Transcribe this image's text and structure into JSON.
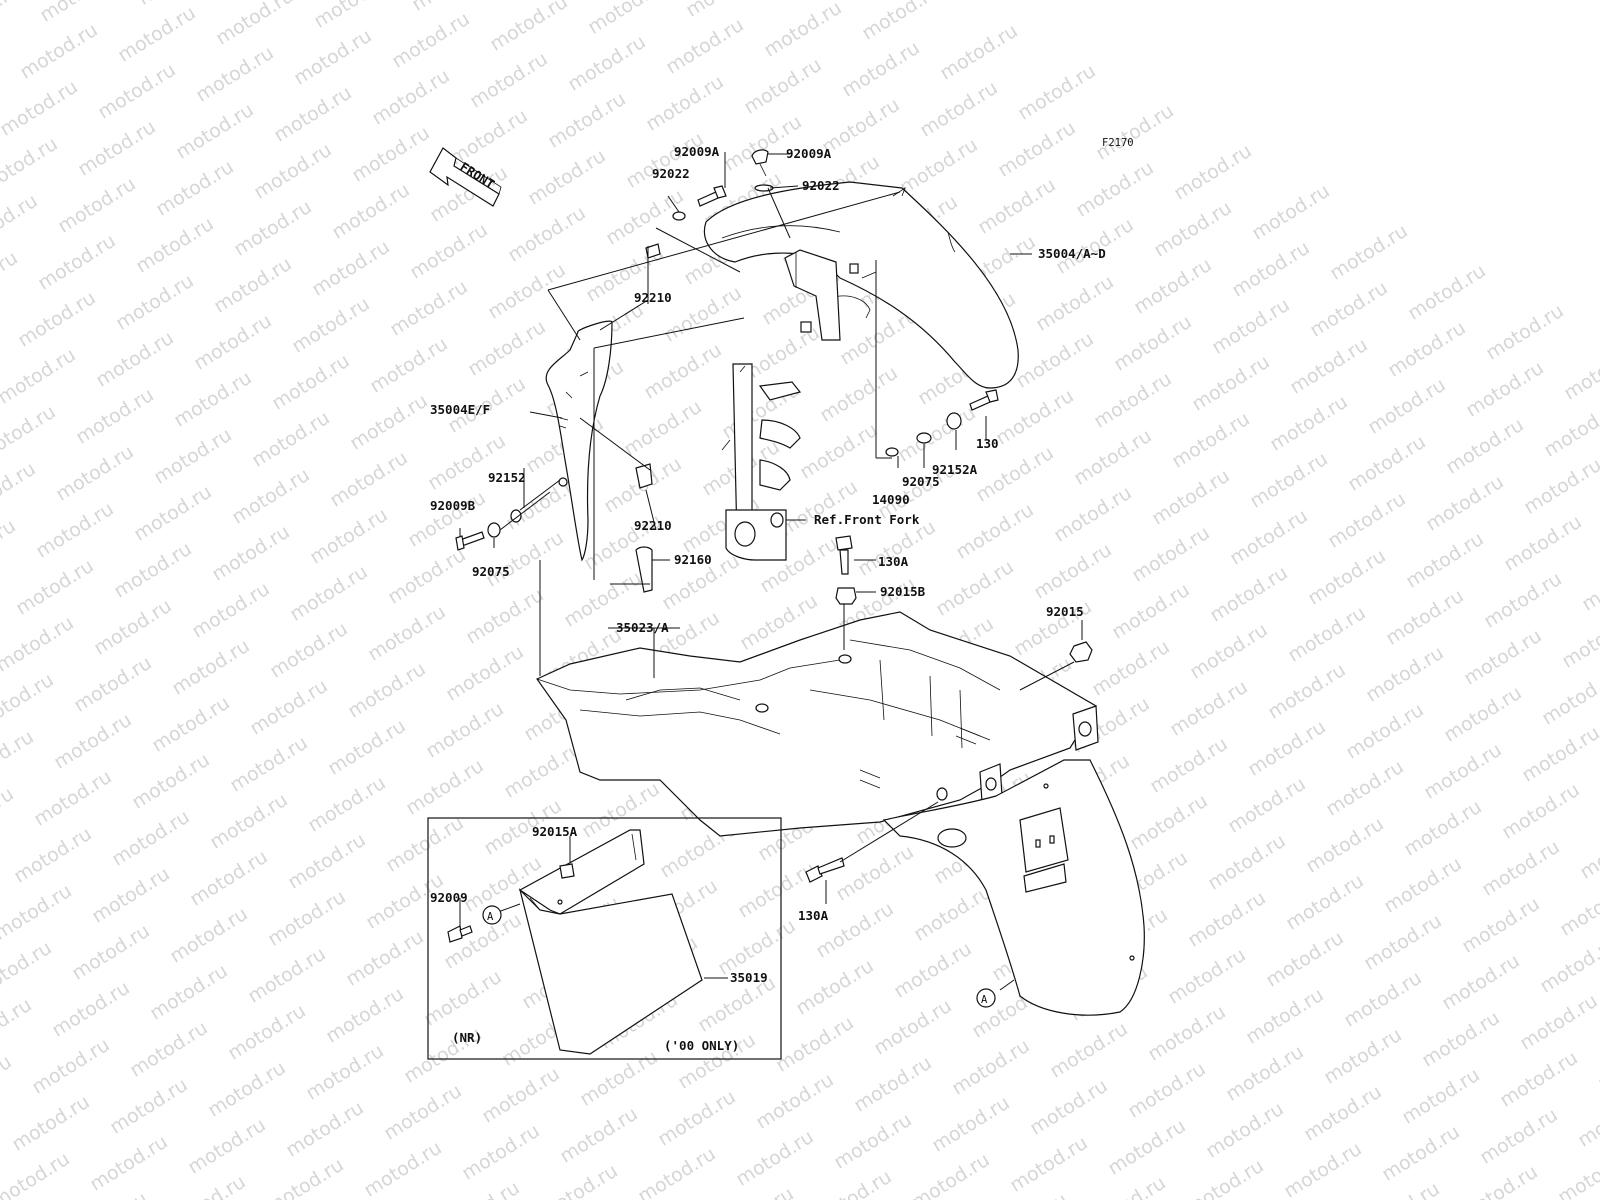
{
  "figure_id": "F2170",
  "front_arrow_label": "FRONT",
  "watermark_text": "motod.ru",
  "reference_note": "Ref.Front Fork",
  "inset": {
    "note_nr": "(NR)",
    "note_only": "('00 ONLY)",
    "connector_letter": "A"
  },
  "labels": {
    "l_92009a_1": "92009A",
    "l_92009a_2": "92009A",
    "l_92022_1": "92022",
    "l_92022_2": "92022",
    "l_92210_1": "92210",
    "l_92210_2": "92210",
    "l_35004ad": "35004/A~D",
    "l_35004ef": "35004E/F",
    "l_130": "130",
    "l_92152a": "92152A",
    "l_92075_1": "92075",
    "l_14090": "14090",
    "l_92152": "92152",
    "l_92009b": "92009B",
    "l_92075_2": "92075",
    "l_92160": "92160",
    "l_130a_1": "130A",
    "l_92015b": "92015B",
    "l_35023a": "35023/A",
    "l_92015": "92015",
    "l_92015a": "92015A",
    "l_92009": "92009",
    "l_35019": "35019",
    "l_130a_2": "130A"
  },
  "connector_a": "A"
}
